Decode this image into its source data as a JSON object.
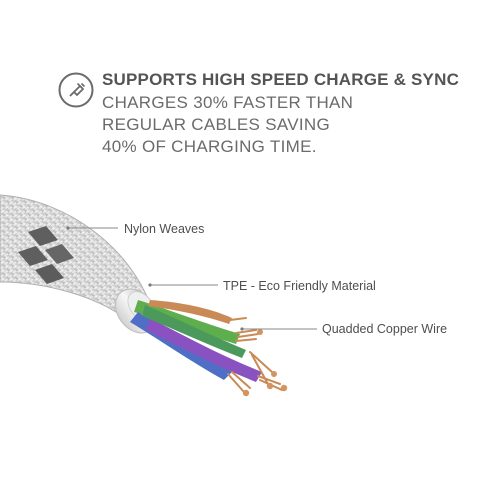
{
  "header": {
    "icon": "cable-connector-icon",
    "headline": "SUPPORTS HIGH SPEED CHARGE & SYNC",
    "description_lines": [
      "CHARGES 30% FASTER THAN",
      "REGULAR CABLES SAVING",
      "40% OF CHARGING TIME."
    ]
  },
  "callouts": [
    {
      "label": "Nylon Weaves"
    },
    {
      "label": "TPE - Eco Friendly Material"
    },
    {
      "label": "Quadded Copper Wire"
    }
  ],
  "colors": {
    "text_dark": "#545454",
    "text_body": "#6b6b6b",
    "braid": "#d9d9d9",
    "braid_stripe": "#6a6a6a",
    "tpe": "#e6e6e6",
    "wire_green": "#5fae4e",
    "wire_blue": "#4f6fc6",
    "wire_purple": "#8a52c0",
    "copper": "#c98a55"
  }
}
